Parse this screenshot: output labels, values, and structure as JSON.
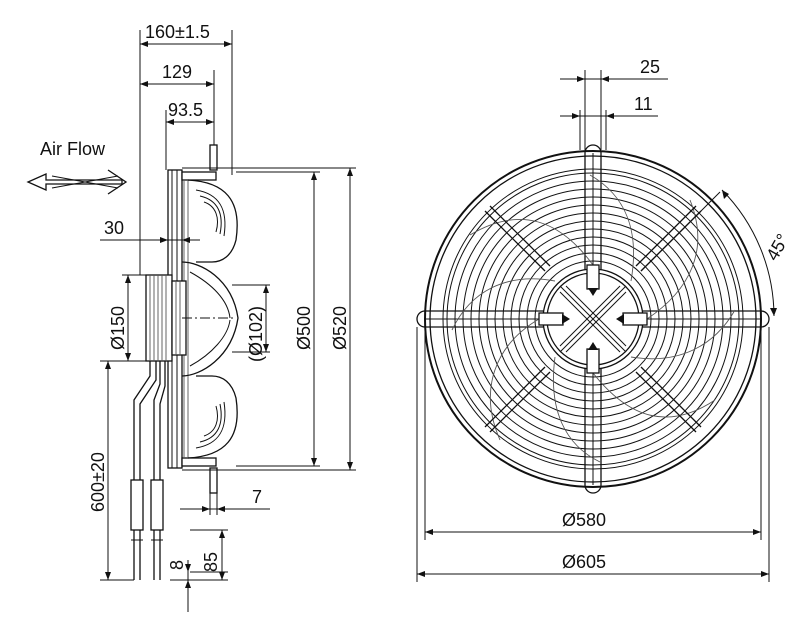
{
  "side_view": {
    "airflow_label": "Air Flow",
    "dim_overall_depth": "160±1.5",
    "dim_depth_129": "129",
    "dim_depth_93_5": "93.5",
    "dim_30": "30",
    "dim_hub_dia": "Ø150",
    "dim_inner_dia": "(Ø102)",
    "dim_blade_dia": "Ø500",
    "dim_frame_dia": "Ø520",
    "dim_cable_length": "600±20",
    "dim_7": "7",
    "dim_8": "8",
    "dim_85": "85"
  },
  "front_view": {
    "dim_25": "25",
    "dim_11": "11",
    "dim_angle": "45°",
    "dim_guard_dia": "Ø580",
    "dim_overall_dia": "Ø605"
  }
}
